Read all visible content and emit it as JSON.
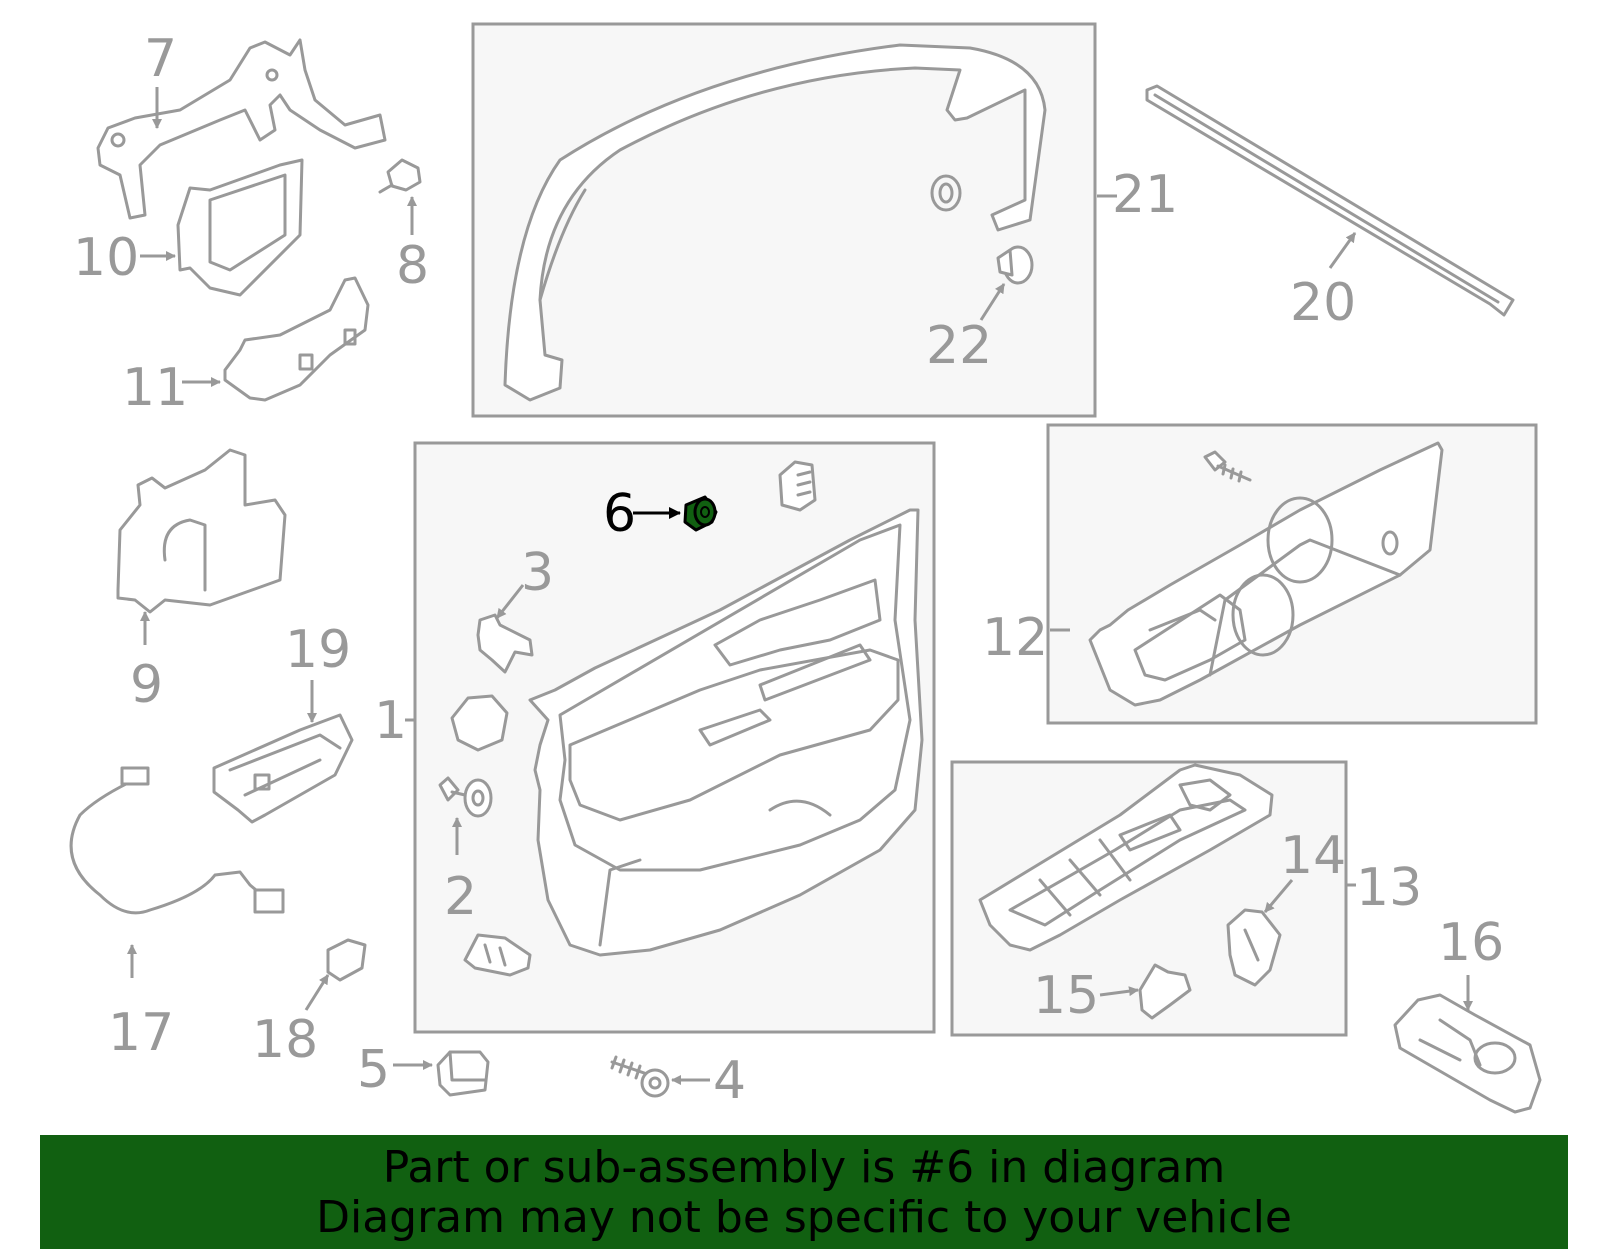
{
  "colors": {
    "line": "#999999",
    "box_fill": "#f7f7f7",
    "highlight_part": "#116011",
    "banner": "#116011"
  },
  "callouts": {
    "c1": "1",
    "c2": "2",
    "c3": "3",
    "c4": "4",
    "c5": "5",
    "c6": "6",
    "c7": "7",
    "c8": "8",
    "c9": "9",
    "c10": "10",
    "c11": "11",
    "c12": "12",
    "c13": "13",
    "c14": "14",
    "c15": "15",
    "c16": "16",
    "c17": "17",
    "c18": "18",
    "c19": "19",
    "c20": "20",
    "c21": "21",
    "c22": "22"
  },
  "highlighted_callout": "6",
  "footer": {
    "line1": "Part or sub-assembly is #6 in diagram",
    "line2": "Diagram may not be specific to your vehicle"
  }
}
